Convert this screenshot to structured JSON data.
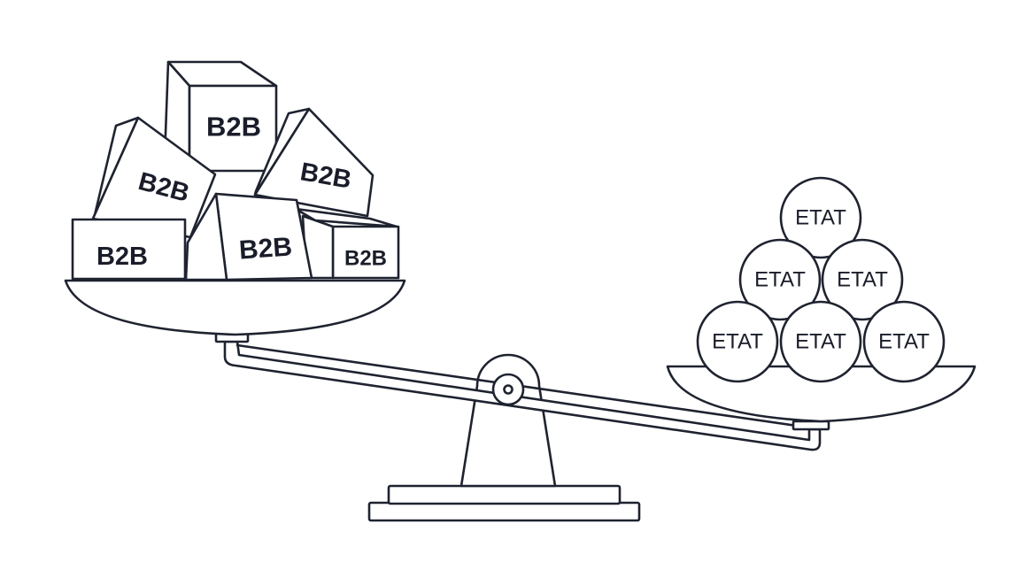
{
  "left_pan": {
    "boxes": [
      {
        "label": "B2B"
      },
      {
        "label": "B2B"
      },
      {
        "label": "B2B"
      },
      {
        "label": "B2B"
      },
      {
        "label": "B2B"
      },
      {
        "label": "B2B"
      }
    ]
  },
  "right_pan": {
    "balls": [
      {
        "label": "ETAT"
      },
      {
        "label": "ETAT"
      },
      {
        "label": "ETAT"
      },
      {
        "label": "ETAT"
      },
      {
        "label": "ETAT"
      },
      {
        "label": "ETAT"
      }
    ]
  }
}
